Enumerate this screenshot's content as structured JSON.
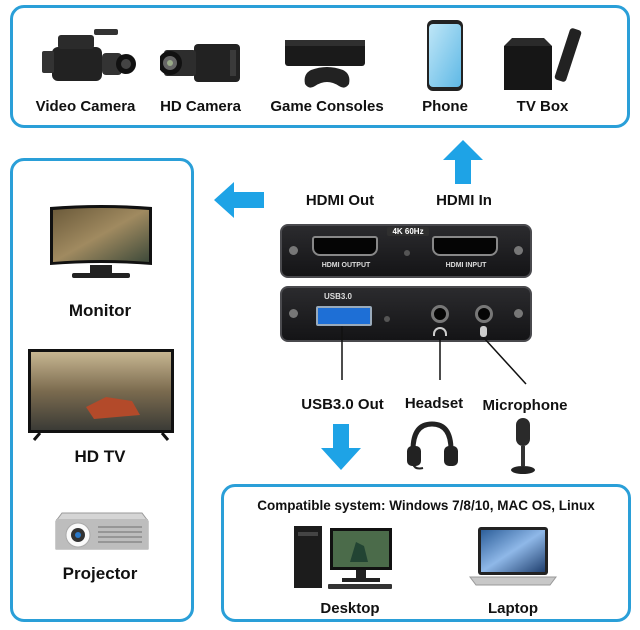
{
  "sources": {
    "items": [
      {
        "label": "Video Camera",
        "icon": "video-camera-icon"
      },
      {
        "label": "HD Camera",
        "icon": "hd-camera-icon"
      },
      {
        "label": "Game Consoles",
        "icon": "game-console-icon"
      },
      {
        "label": "Phone",
        "icon": "phone-icon"
      },
      {
        "label": "TV Box",
        "icon": "tv-box-icon"
      }
    ]
  },
  "displays": {
    "items": [
      {
        "label": "Monitor",
        "icon": "monitor-icon"
      },
      {
        "label": "HD TV",
        "icon": "tv-icon"
      },
      {
        "label": "Projector",
        "icon": "projector-icon"
      }
    ]
  },
  "device": {
    "hdmi_out": "HDMI Out",
    "hdmi_in": "HDMI In",
    "badge": "4K 60Hz",
    "port_out": "HDMI OUTPUT",
    "port_in": "HDMI INPUT",
    "usb_engraving": "USB3.0",
    "usb_out": "USB3.0 Out",
    "headset": "Headset",
    "microphone": "Microphone"
  },
  "compatible": {
    "title": "Compatible system: Windows 7/8/10, MAC OS, Linux",
    "items": [
      {
        "label": "Desktop",
        "icon": "desktop-icon"
      },
      {
        "label": "Laptop",
        "icon": "laptop-icon"
      }
    ]
  },
  "colors": {
    "accent": "#2a9fd8",
    "arrow": "#1ea3e6",
    "device": "#1d1d1f"
  }
}
